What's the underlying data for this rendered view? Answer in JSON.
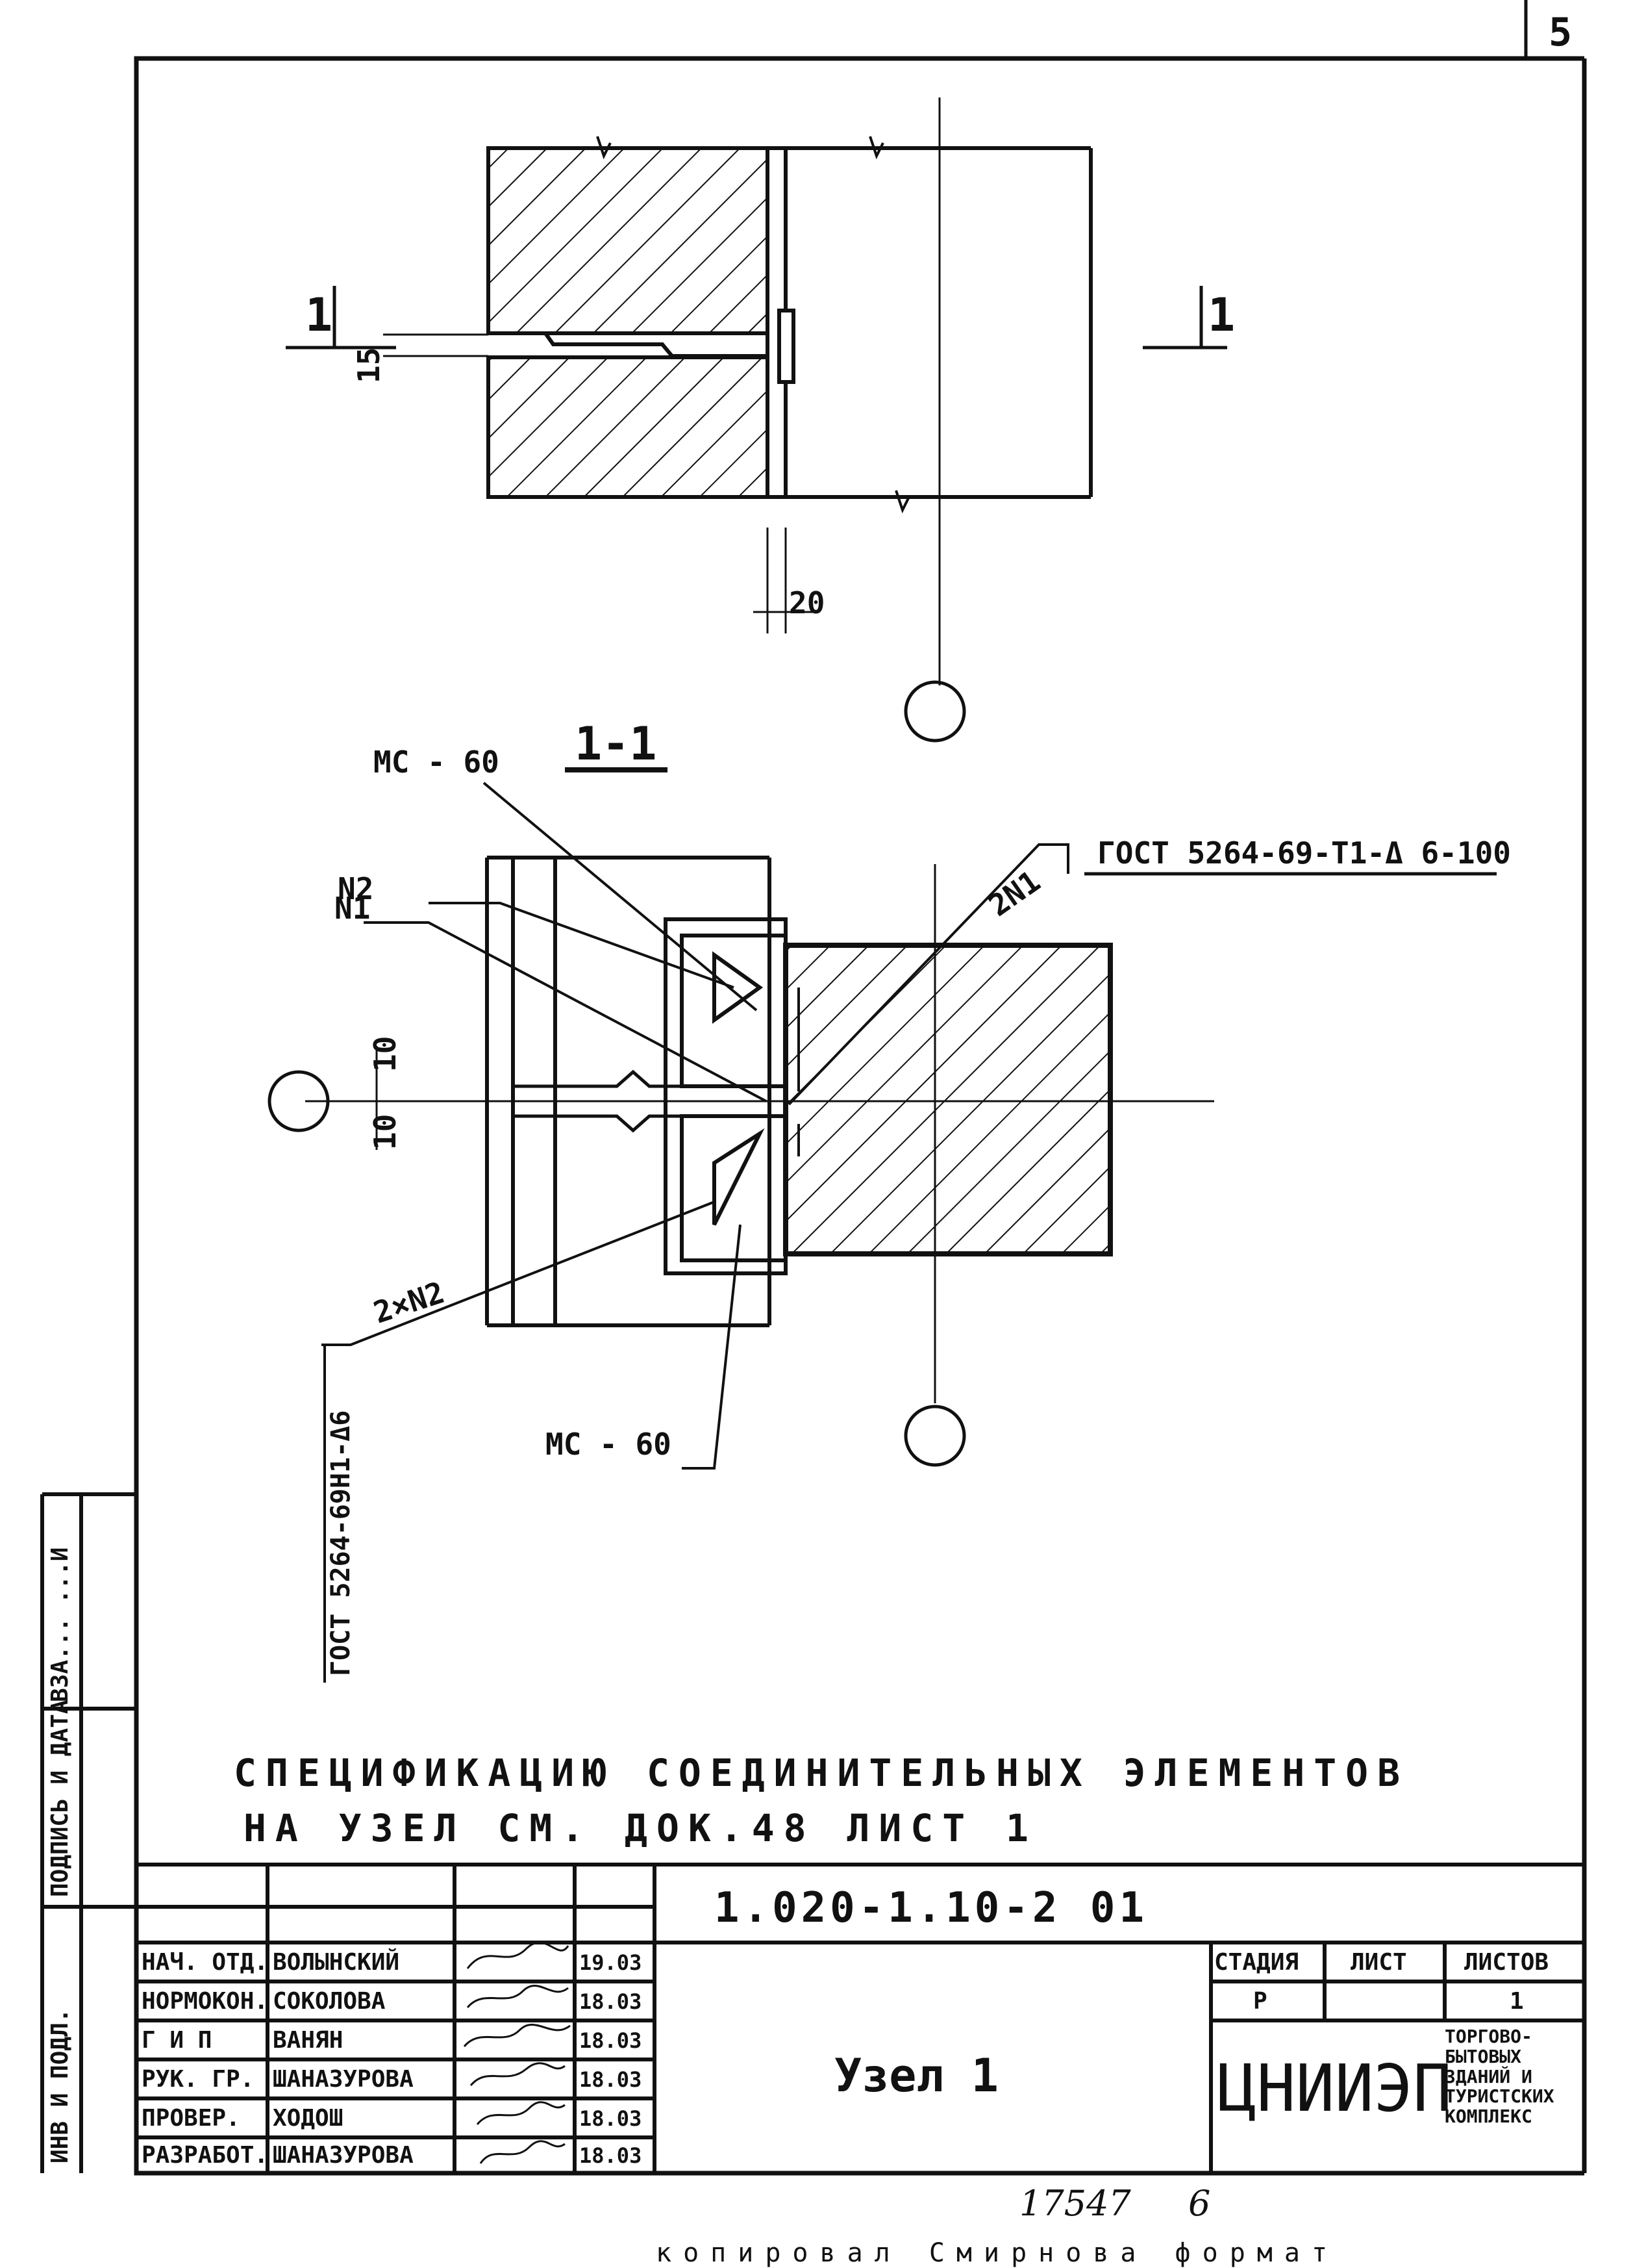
{
  "sheet_corner": "5",
  "labels": {
    "dim_15": "15",
    "dim_20": "20",
    "dim_10a": "10",
    "dim_10b": "10",
    "cut_mark_left": "1",
    "cut_mark_right": "1",
    "section_title": "1-1",
    "mc60_top": "МС - 60",
    "mc60_bottom": "МС - 60",
    "n2": "N2",
    "n1": "N1",
    "two_n1": "2N1",
    "two_x_n2": "2×N2",
    "gost_t1": "ГОСТ 5264-69-Т1-Δ 6-100",
    "gost_n1_vertical": "ГОСТ 5264-69Н1-Δ6"
  },
  "specification_note": {
    "line1": "СПЕЦИФИКАЦИЮ СОЕДИНИТЕЛЬНЫХ ЭЛЕМЕНТОВ",
    "line2": "НА УЗЕЛ СМ. ДОК.48 ЛИСТ 1"
  },
  "side_stamp": {
    "inv_podl": "ИНВ И ПОДЛ.",
    "podpis_data": "ПОДПИСЬ И ДАТА",
    "vzam": "ВЗА... ...И"
  },
  "title_block": {
    "document_code": "1.020-1.10-2 01",
    "sheet_title": "Узел 1",
    "stage_header": "СТАДИЯ",
    "sheet_header": "ЛИСТ",
    "sheets_header": "ЛИСТОВ",
    "stage_value": "Р",
    "sheet_value": "",
    "sheets_value": "1",
    "org_logo": "ЦНИИЭП",
    "org_note": [
      "ТОРГОВО-",
      "БЫТОВЫХ",
      "ЗДАНИЙ И",
      "ТУРИСТСКИХ",
      "КОМПЛЕКС"
    ],
    "roles": [
      {
        "role": "НАЧ. ОТД.",
        "name": "ВОЛЫНСКИЙ",
        "date": "19.03"
      },
      {
        "role": "НОРМОКОН.",
        "name": "СОКОЛОВА",
        "date": "18.03"
      },
      {
        "role": "Г И П",
        "name": "ВАНЯН",
        "date": "18.03"
      },
      {
        "role": "РУК. ГР.",
        "name": "ШАНАЗУРОВА",
        "date": "18.03"
      },
      {
        "role": "ПРОВЕР.",
        "name": "ХОДОШ",
        "date": "18.03"
      },
      {
        "role": "РАЗРАБОТ.",
        "name": "ШАНАЗУРОВА",
        "date": "18.03"
      }
    ]
  },
  "footer": {
    "archive_number": "17547",
    "sheet_number": "6",
    "cut_text": "копировал Смирнова формат"
  }
}
